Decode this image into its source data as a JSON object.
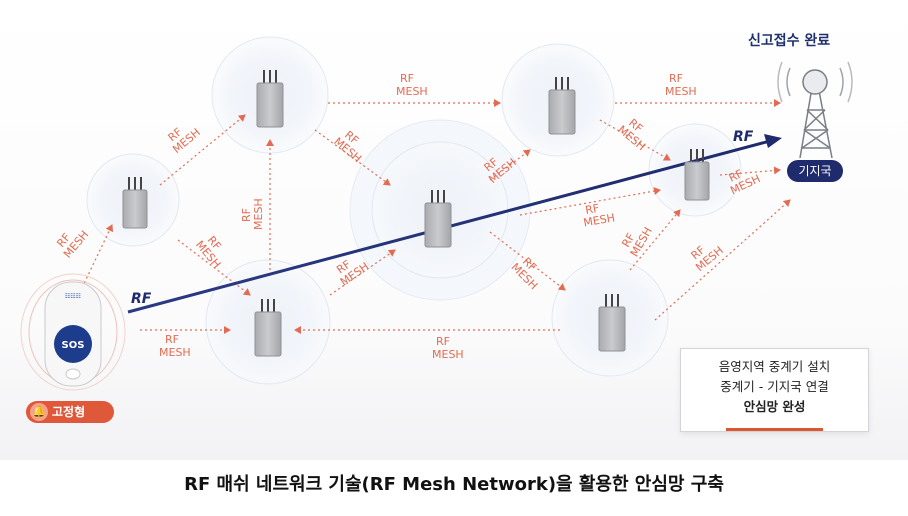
{
  "top_label": "신고접수 완료",
  "station_label": "기지국",
  "badge_label": "고정형",
  "sos_label": "SOS",
  "rf_label": "RF",
  "mesh_line1": "RF",
  "mesh_line2": "MESH",
  "info_lines": [
    "음영지역 중계기 설치",
    "중계기 - 기지국 연결",
    "안심망 완성"
  ],
  "caption": "RF 매쉬 네트워크 기술(RF Mesh Network)을 활용한 안심망 구축",
  "colors": {
    "mesh": "#e36b52",
    "rf_arrow": "#1f2b6c",
    "badge": "#e0583a",
    "accent_bar": "#d9582f"
  },
  "icons": {
    "repeater": "repeater-device-icon",
    "tower": "cell-tower-icon",
    "alarm": "bell-icon"
  }
}
